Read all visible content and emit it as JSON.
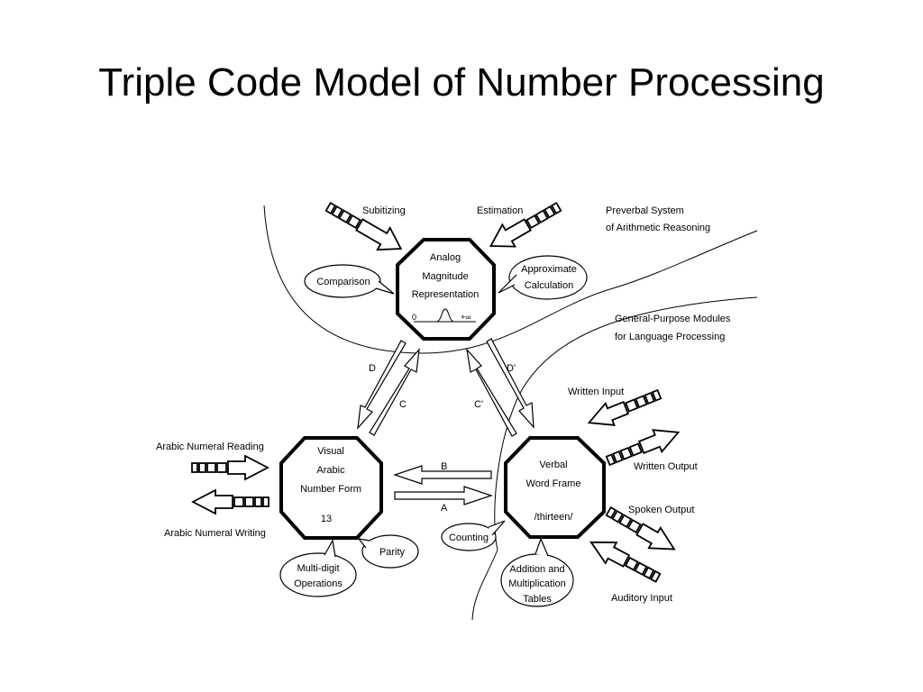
{
  "title": "Triple Code Model of Number Processing",
  "regions": {
    "preverbal": [
      "Preverbal System",
      "of Arithmetic Reasoning"
    ],
    "language": [
      "General-Purpose Modules",
      "for Language Processing"
    ]
  },
  "nodes": {
    "analog": {
      "lines": [
        "Analog",
        "Magnitude",
        "Representation"
      ],
      "scale_min": "0",
      "scale_max": "+∞"
    },
    "visual": {
      "lines": [
        "Visual",
        "Arabic",
        "Number Form"
      ],
      "example": "13"
    },
    "verbal": {
      "lines": [
        "Verbal",
        "Word Frame"
      ],
      "example": "/thirteen/"
    }
  },
  "bubbles": {
    "comparison": [
      "Comparison"
    ],
    "approximate": [
      "Approximate",
      "Calculation"
    ],
    "multidigit": [
      "Multi-digit",
      "Operations"
    ],
    "parity": [
      "Parity"
    ],
    "counting": [
      "Counting"
    ],
    "addition": [
      "Addition and",
      "Multiplication",
      "Tables"
    ]
  },
  "io": {
    "subitizing": "Subitizing",
    "estimation": "Estimation",
    "arabic_reading": "Arabic Numeral Reading",
    "arabic_writing": "Arabic Numeral Writing",
    "written_input": "Written Input",
    "written_output": "Written Output",
    "spoken_output": "Spoken Output",
    "auditory_input": "Auditory Input"
  },
  "routes": {
    "A": "A",
    "B": "B",
    "C": "C",
    "D": "D",
    "C_prime": "C'",
    "D_prime": "D'"
  }
}
